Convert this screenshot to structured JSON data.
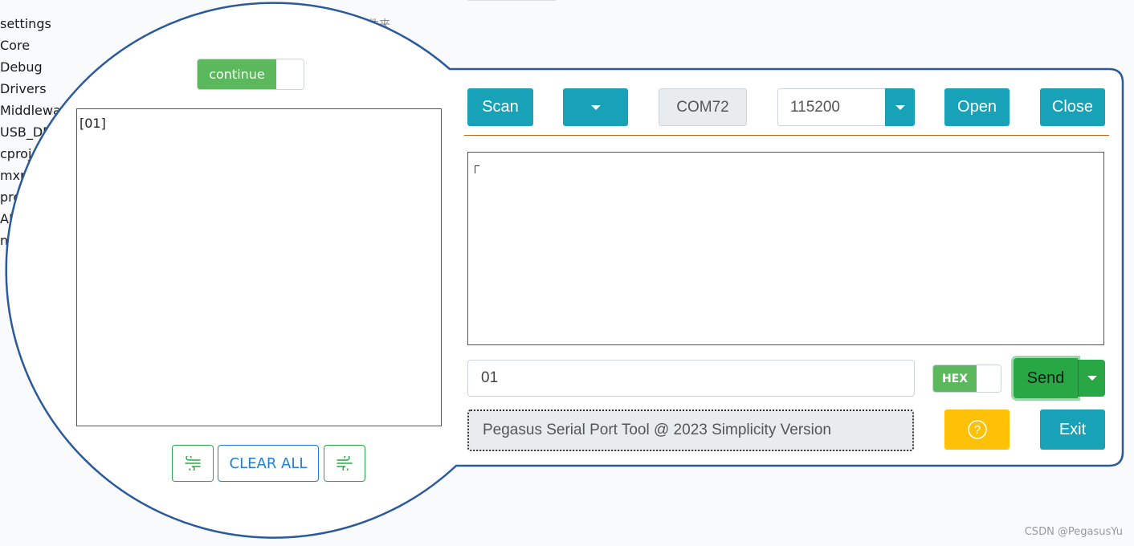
{
  "background_tree": {
    "items": [
      "settings",
      "Core",
      "Debug",
      "Drivers",
      "Middlewar",
      "USB_DEV",
      "cproj",
      "mxp",
      "pro",
      "AD",
      "n",
      "",
      ""
    ]
  },
  "top_text": "件夹",
  "left_panel": {
    "toggle_label": "continue",
    "received_text": "[01]",
    "clear_all_label": "CLEAR ALL",
    "icons": [
      "wind-left-icon",
      "wind-right-icon"
    ]
  },
  "toolbar": {
    "scan_label": "Scan",
    "port_value": "COM72",
    "baud_value": "115200",
    "open_label": "Open",
    "close_label": "Close"
  },
  "send": {
    "input_value": "01",
    "hex_label": "HEX",
    "send_label": "Send"
  },
  "status_text": "Pegasus Serial Port Tool @ 2023 Simplicity Version",
  "help_symbol": "?",
  "exit_label": "Exit",
  "watermark": "CSDN @PegasusYu",
  "colors": {
    "teal": "#17a2b8",
    "green": "#28a745",
    "toggle_green": "#5cb85c",
    "yellow": "#ffc107",
    "outline_blue": "#2b5a9c",
    "clear_blue": "#1e7fd6"
  }
}
